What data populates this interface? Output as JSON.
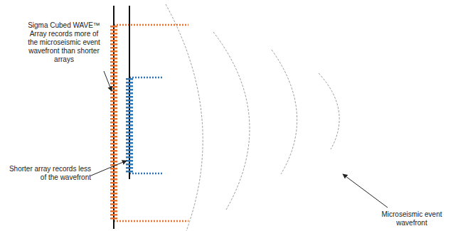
{
  "diagram": {
    "labels": [
      "Sigma Cubed WAVE™ Array records more of the microseismic event wavefront than shorter arrays",
      "Shorter array records less of the wavefront",
      "Microseismic event wavefront"
    ]
  }
}
